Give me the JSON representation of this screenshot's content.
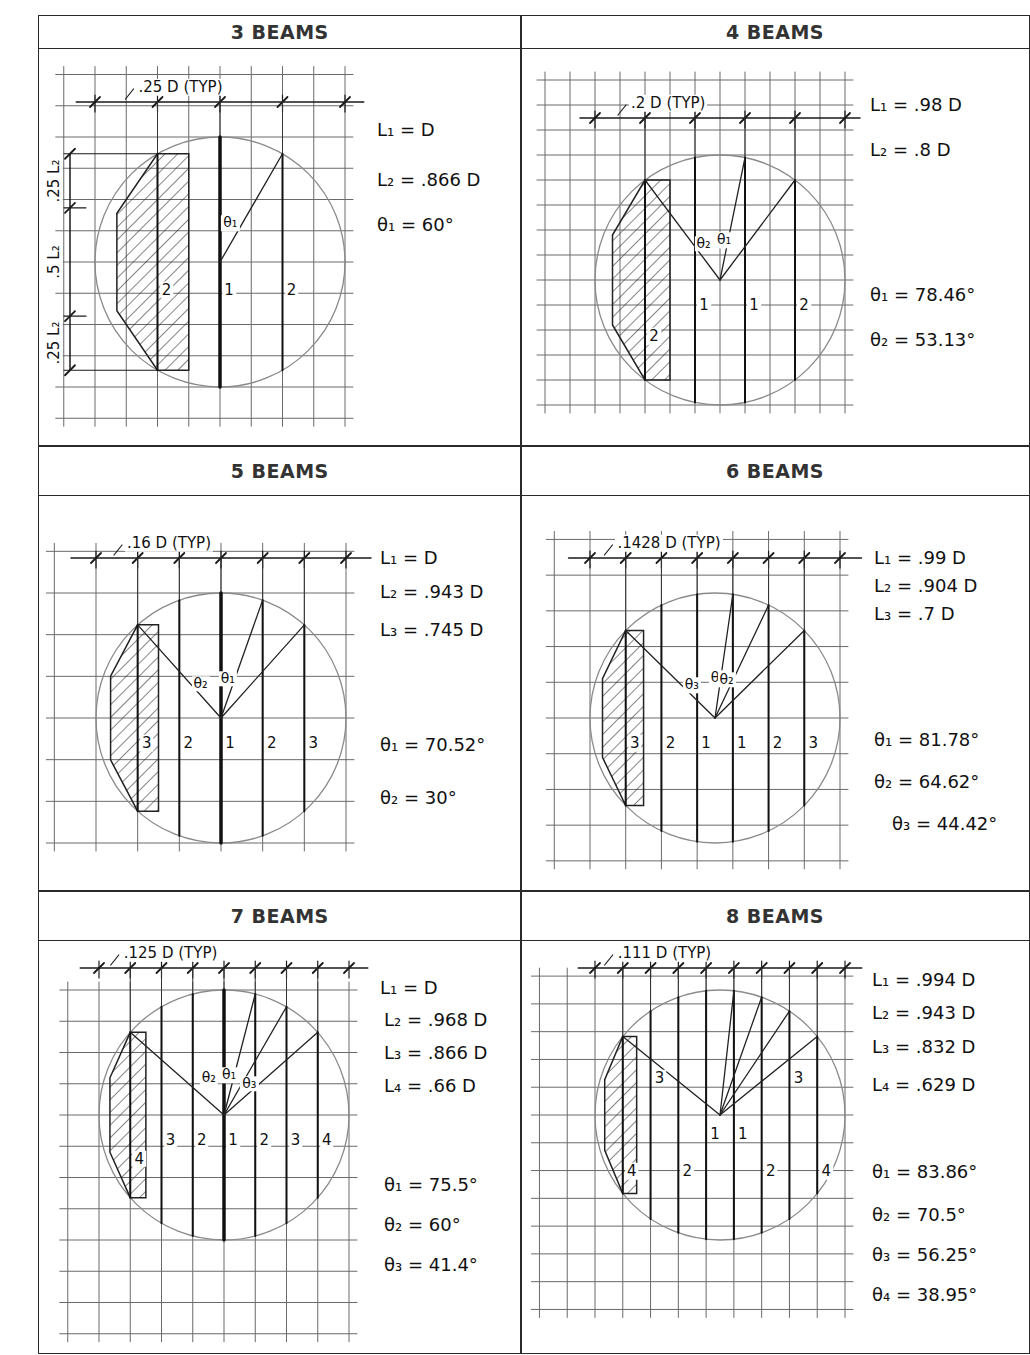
{
  "diagram": {
    "nodes": [
      {
        "text": [
          "3 BEAMS"
        ]
      },
      {
        "text": [
          "4 BEAMS"
        ]
      },
      {
        "text": [
          "5 BEAMS"
        ]
      },
      {
        "text": [
          "6 BEAMS"
        ]
      },
      {
        "text": [
          "7 BEAMS"
        ]
      },
      {
        "text": [
          "8 BEAMS"
        ]
      }
    ],
    "labels": [
      ".25 D (TYP)",
      "L₁ = D",
      "L₂ = .866 D",
      "θ₁ = 60°",
      ".25 L₂",
      ".5 L₂",
      ".25 L₂",
      "θ₁",
      "2",
      "1",
      "2",
      ".2 D (TYP)",
      "L₁ = .98 D",
      "L₂ = .8 D",
      "θ₁ = 78.46°",
      "θ₂ = 53.13°",
      "θ₂",
      "θ₁",
      "2",
      "1",
      "1",
      "2",
      ".16 D (TYP)",
      "L₁ = D",
      "L₂ = .943 D",
      "L₃ = .745 D",
      "θ₁ = 70.52°",
      "θ₂ = 30°",
      "θ₂",
      "θ₁",
      "3",
      "2",
      "1",
      "2",
      "3",
      ".1428 D (TYP)",
      "L₁ = .99 D",
      "L₂ = .904 D",
      "L₃ = .7 D",
      "θ₁ = 81.78°",
      "θ₂ = 64.62°",
      "θ₃ = 44.42°",
      "θ₃",
      "θ₁",
      "θ₂",
      "3",
      "2",
      "1",
      "1",
      "2",
      "3",
      ".125 D (TYP)",
      "L₁ = D",
      "L₂ = .968 D",
      "L₃ = .866 D",
      "L₄ = .66 D",
      "θ₁ = 75.5°",
      "θ₂ = 60°",
      "θ₃ = 41.4°",
      "θ₁",
      "θ₂",
      "θ₃",
      "4",
      "3",
      "2",
      "1",
      "2",
      "3",
      "4",
      ".111 D (TYP)",
      "L₁ = .994 D",
      "L₂ = .943 D",
      "L₃ = .832 D",
      "L₄ = .629 D",
      "θ₁ = 83.86°",
      "θ₂ = 70.5°",
      "θ₃ = 56.25°",
      "θ₄ = 38.95°",
      "3",
      "1",
      "1",
      "3",
      "4",
      "2",
      "2",
      "4"
    ]
  }
}
